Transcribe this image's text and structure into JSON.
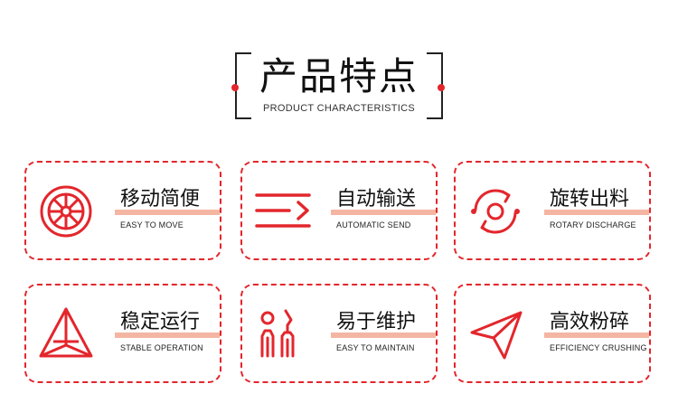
{
  "header": {
    "title": "产品特点",
    "subtitle": "PRODUCT CHARACTERISTICS"
  },
  "features": [
    {
      "title": "移动简便",
      "subtitle": "EASY TO MOVE",
      "icon": "wheel-icon"
    },
    {
      "title": "自动输送",
      "subtitle": "AUTOMATIC SEND",
      "icon": "conveyor-arrow-icon"
    },
    {
      "title": "旋转出料",
      "subtitle": "ROTARY DISCHARGE",
      "icon": "rotate-icon"
    },
    {
      "title": "稳定运行",
      "subtitle": "STABLE OPERATION",
      "icon": "pyramid-icon"
    },
    {
      "title": "易于维护",
      "subtitle": "EASY TO MAINTAIN",
      "icon": "tools-icon"
    },
    {
      "title": "高效粉碎",
      "subtitle": "EFFICIENCY CRUSHING",
      "icon": "paper-plane-icon"
    }
  ],
  "colors": {
    "accent": "#e3262c",
    "underline": "#f4b6a2",
    "text": "#111111"
  }
}
